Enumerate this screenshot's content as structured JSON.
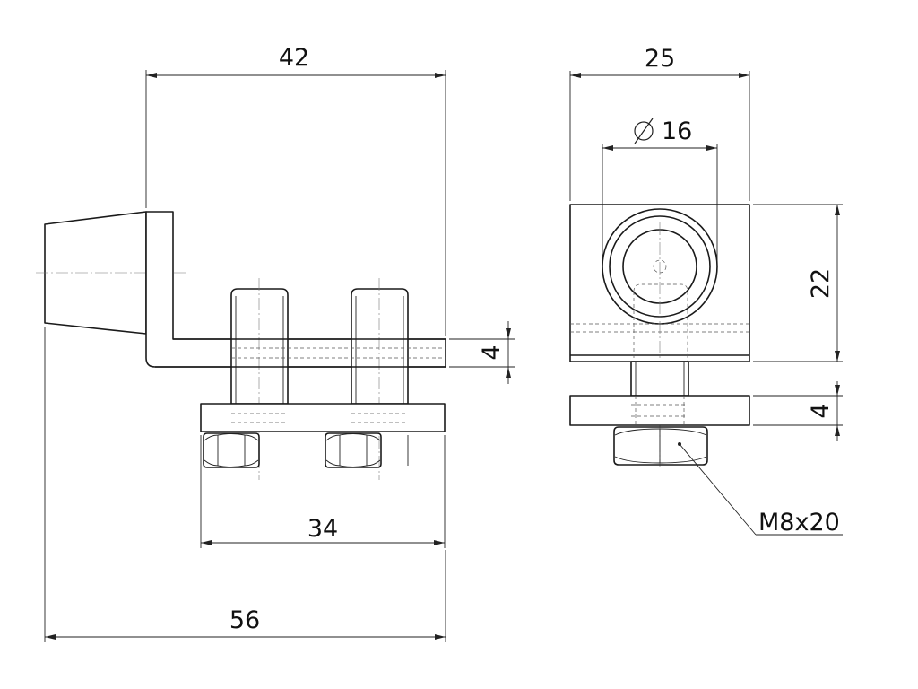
{
  "dimensions": {
    "side_width": "42",
    "front_width": "25",
    "diameter": "16",
    "height": "22",
    "plate_thickness_side": "4",
    "plate_thickness_front": "4",
    "bolt_spacing": "34",
    "overall_length": "56"
  },
  "callouts": {
    "bolt_spec": "M8x20"
  },
  "symbols": {
    "diameter_symbol": "diameter-symbol"
  }
}
